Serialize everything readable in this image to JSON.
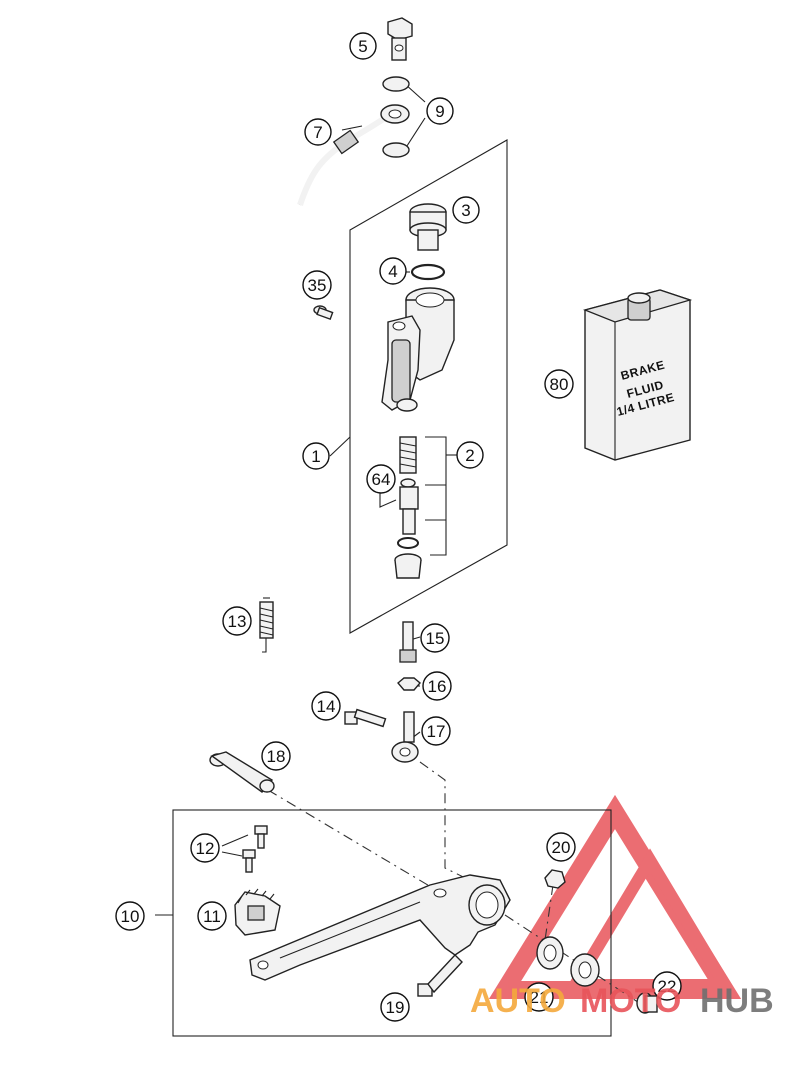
{
  "callouts": {
    "c1": "1",
    "c2": "2",
    "c3": "3",
    "c4": "4",
    "c5": "5",
    "c7": "7",
    "c9": "9",
    "c10": "10",
    "c11": "11",
    "c12": "12",
    "c13": "13",
    "c14": "14",
    "c15": "15",
    "c16": "16",
    "c17": "17",
    "c18": "18",
    "c19": "19",
    "c20": "20",
    "c21": "21",
    "c22": "22",
    "c35": "35",
    "c64": "64",
    "c80": "80"
  },
  "fluid_can": {
    "line1": "BRAKE",
    "line2": "FLUID",
    "line3": "1/4 LITRE"
  },
  "watermark": {
    "part1": "AUTO",
    "part2": "MOTO",
    "part3": "HUB",
    "color_red": "#e8545a",
    "color_orange": "#f4a93c",
    "color_gray": "#6f6f6f"
  }
}
